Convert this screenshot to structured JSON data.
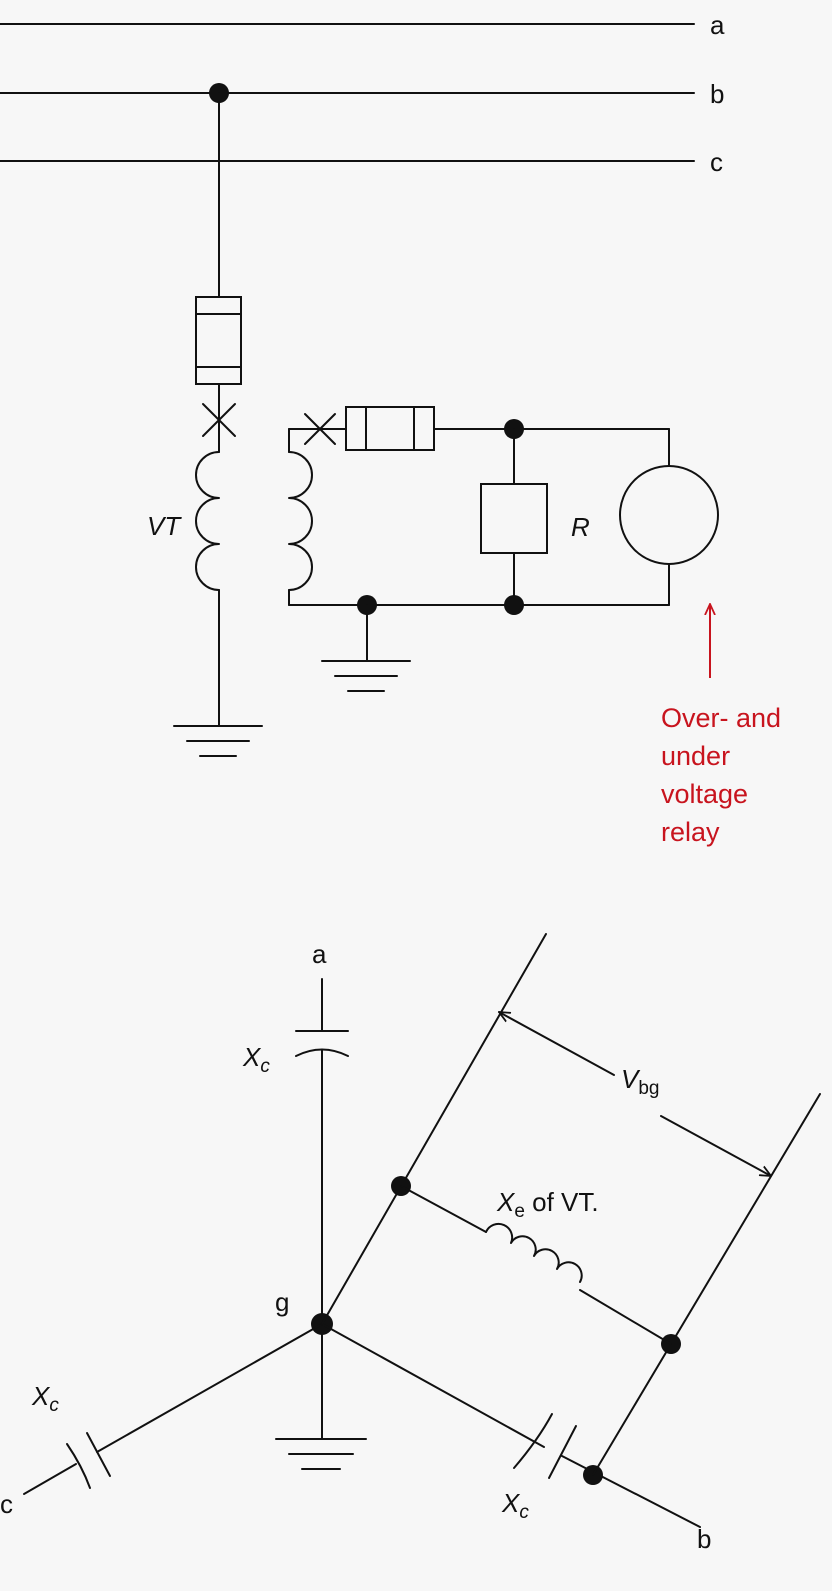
{
  "top": {
    "phases": [
      "a",
      "b",
      "c"
    ],
    "vt_label": "VT",
    "resistor_label": "R",
    "relay_text": [
      "Over- and",
      "under",
      "voltage",
      "relay"
    ]
  },
  "bottom": {
    "phase_a": "a",
    "phase_b": "b",
    "phase_c": "c",
    "neutral": "g",
    "xc_symbol": "X",
    "xc_sub": "c",
    "vbg_symbol": "V",
    "vbg_sub": "bg",
    "xe_symbol": "X",
    "xe_sub": "e",
    "xe_suffix": " of VT."
  },
  "colors": {
    "line": "#111111",
    "relay": "#c8141e",
    "background": "#f7f7f7"
  }
}
